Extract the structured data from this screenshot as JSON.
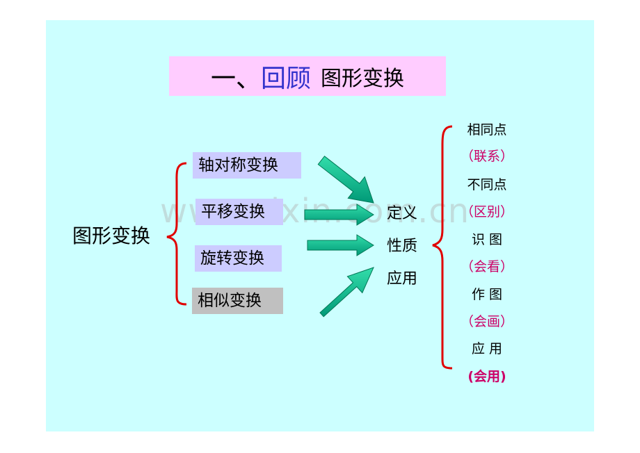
{
  "title": {
    "part1": "一、",
    "part2": "回顾",
    "part3": "图形变换"
  },
  "root_label": "图形变换",
  "transforms": [
    "轴对称变换",
    "平移变换",
    "旋转变换",
    "相似变换"
  ],
  "aspects": [
    "定义",
    "性质",
    "应用"
  ],
  "points": [
    {
      "text": "相同点",
      "style": "black"
    },
    {
      "text": "（联系）",
      "style": "pink"
    },
    {
      "text": "不同点",
      "style": "black"
    },
    {
      "text": "（区别）",
      "style": "pink"
    },
    {
      "text": "识 图",
      "style": "black"
    },
    {
      "text": "（会看）",
      "style": "pink"
    },
    {
      "text": "作 图",
      "style": "black"
    },
    {
      "text": "（会画）",
      "style": "pink"
    },
    {
      "text": "应 用",
      "style": "black"
    },
    {
      "text": "(会用)",
      "style": "pink"
    }
  ],
  "watermark": "www.zixin.com.cn",
  "colors": {
    "slide_bg": "#ccffff",
    "title_bg": "#ffccff",
    "accent_blue": "#3333cc",
    "box_lavender": "#ccccff",
    "box_gray": "#c0c0c0",
    "brace_red": "#e00000",
    "arrow_teal": "#00cc99",
    "pink_text": "#cc0066"
  }
}
